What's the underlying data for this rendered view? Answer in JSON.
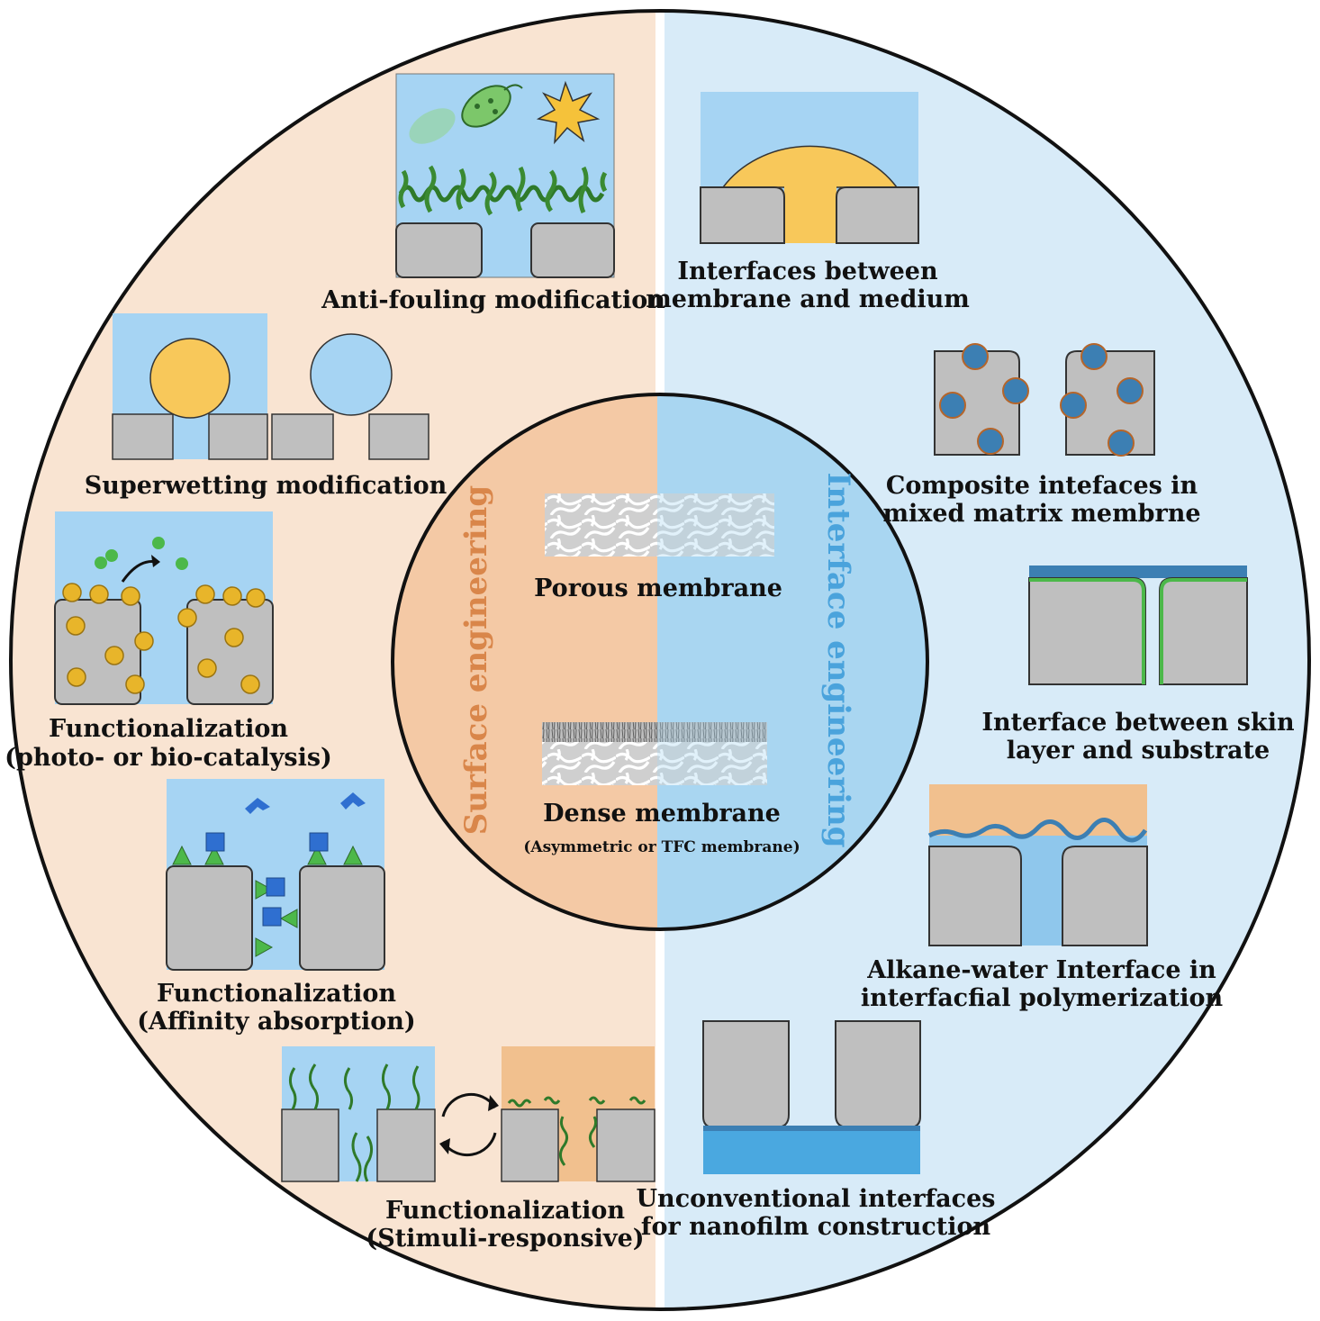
{
  "center": {
    "left_title": "Surface engineering",
    "right_title": "Interface engineering",
    "porous_label": "Porous membrane",
    "dense_label": "Dense membrane",
    "dense_note": "(Asymmetric or TFC membrane)"
  },
  "surface_panels": {
    "antifouling": {
      "line1": "Anti-fouling modification"
    },
    "superwetting": {
      "line1": "Superwetting modification"
    },
    "catalysis": {
      "line1": "Functionalization",
      "line2": "(photo- or bio-catalysis)"
    },
    "affinity": {
      "line1": "Functionalization",
      "line2": "(Affinity absorption)"
    },
    "stimuli": {
      "line1": "Functionalization",
      "line2": "(Stimuli-responsive)"
    }
  },
  "interface_panels": {
    "medium": {
      "line1": "Interfaces between",
      "line2": "membrane and  medium"
    },
    "composite": {
      "line1": "Composite intefaces in",
      "line2": "mixed matrix membrne"
    },
    "skin": {
      "line1": "Interface between skin",
      "line2": "layer and substrate"
    },
    "alkane": {
      "line1": "Alkane-water Interface in",
      "line2": "interfacfial polymerization"
    },
    "nanofilm": {
      "line1": "Unconventional interfaces",
      "line2": "for nanofilm construction"
    }
  },
  "colors": {
    "surface_bg": "#f9e4d2",
    "interface_bg": "#d8ebf8",
    "center_left": "#f4c9a5",
    "center_right": "#a9d6f1",
    "surface_title": "#d9864a",
    "interface_title": "#4aa3dc",
    "membrane_gray": "#bfbfbf",
    "water_blue": "#a6d4f3",
    "oil_yellow": "#f8c85a",
    "oil_orange": "#f1c08e",
    "polymer_green": "#3a8a32",
    "filler_blue": "#3c7fb3",
    "nanofilm_blue": "#4aa8e0"
  }
}
